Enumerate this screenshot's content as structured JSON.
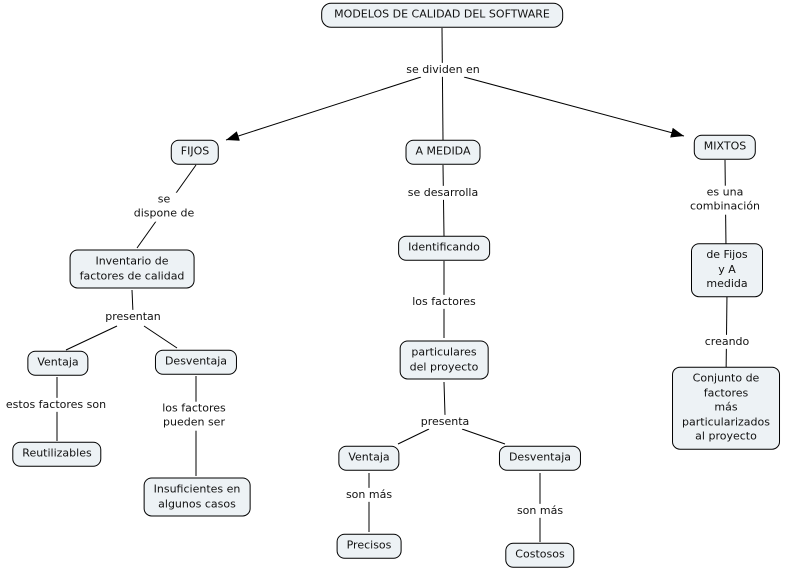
{
  "title": "MODELOS DE CALIDAD DEL SOFTWARE",
  "colors": {
    "background": "#ffffff",
    "node_fill": "#edf2f5",
    "node_border": "#000000",
    "line": "#000000",
    "text": "#111111"
  },
  "nodes": {
    "root": "MODELOS DE CALIDAD DEL SOFTWARE",
    "fijos": "FIJOS",
    "a_medida": "A MEDIDA",
    "mixtos": "MIXTOS",
    "inventario": "Inventario de\nfactores de calidad",
    "ventaja_fijos": "Ventaja",
    "desventaja_fijos": "Desventaja",
    "reutilizables": "Reutilizables",
    "insuficientes": "Insuficientes en\nalgunos casos",
    "identificando": "Identificando",
    "particulares": "particulares\ndel proyecto",
    "ventaja_medida": "Ventaja",
    "desventaja_medida": "Desventaja",
    "precisos": "Precisos",
    "costosos": "Costosos",
    "de_fijos": "de Fijos\ny A medida",
    "conjunto": "Conjunto de factores\nmás particularizados\nal proyecto"
  },
  "links": {
    "se_dividen": "se dividen en",
    "se_dispone": "se\ndispone de",
    "presentan": "presentan",
    "estos_factores_son": "estos factores son",
    "los_factores_pueden_ser": "los factores\npueden ser",
    "se_desarrolla": "se desarrolla",
    "los_factores": "los factores",
    "presenta": "presenta",
    "son_mas_1": "son más",
    "son_mas_2": "son más",
    "es_una_combinacion": "es una combinación",
    "creando": "creando"
  }
}
